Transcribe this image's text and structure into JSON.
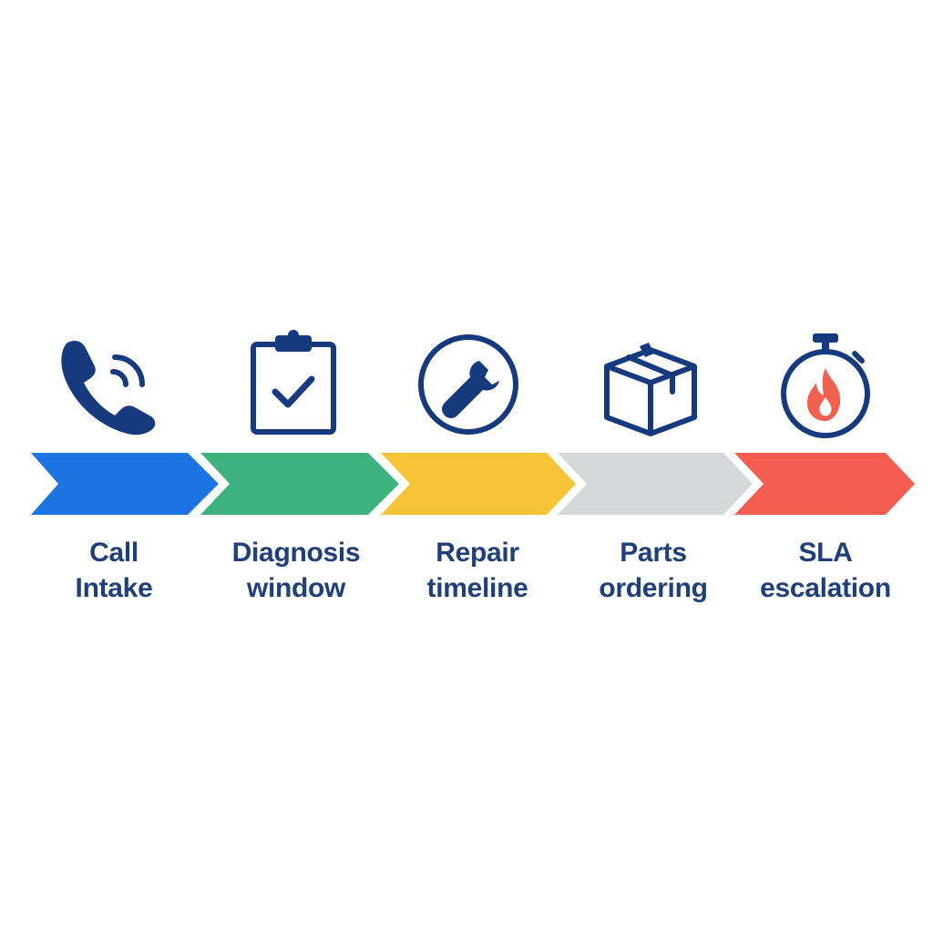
{
  "colors": {
    "ink": "#173a7e",
    "label": "#1f3f7a",
    "flame": "#f2604f"
  },
  "steps": [
    {
      "icon": "phone-icon",
      "color": "#1c74e3",
      "label_line1": "Call",
      "label_line2": "Intake"
    },
    {
      "icon": "clipboard-check-icon",
      "color": "#3db27e",
      "label_line1": "Diagnosis",
      "label_line2": "window"
    },
    {
      "icon": "wrench-icon",
      "color": "#f6c436",
      "label_line1": "Repair",
      "label_line2": "timeline"
    },
    {
      "icon": "package-box-icon",
      "color": "#d5d8d9",
      "label_line1": "Parts",
      "label_line2": "ordering"
    },
    {
      "icon": "stopwatch-flame-icon",
      "color": "#f45d50",
      "label_line1": "SLA",
      "label_line2": "escalation"
    }
  ]
}
